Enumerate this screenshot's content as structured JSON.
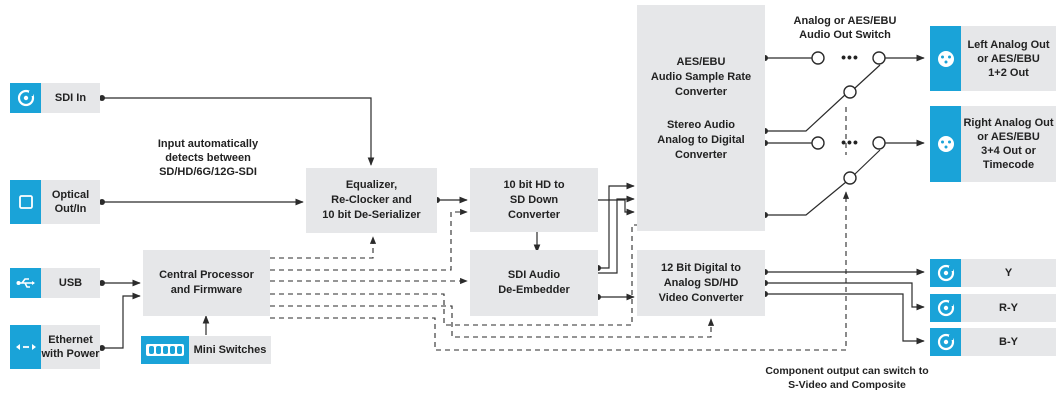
{
  "inputs": {
    "sdi_in": "SDI In",
    "optical": "Optical\nOut/In",
    "usb": "USB",
    "ethernet": "Ethernet\nwith Power"
  },
  "blocks": {
    "equalizer": "Equalizer,\nRe-Clocker and\n10 bit De-Serializer",
    "hd_down": "10 bit HD to\nSD Down\nConverter",
    "cpu": "Central Processor\nand Firmware",
    "audio_deemb": "SDI Audio\nDe-Embedder",
    "aes_src": "AES/EBU\nAudio Sample Rate\nConverter",
    "stereo_adc": "Stereo Audio\nAnalog to Digital\nConverter",
    "dac_12bit": "12 Bit Digital to\nAnalog SD/HD\nVideo Converter",
    "mini_switches": "Mini Switches"
  },
  "outputs": {
    "left_out": "Left Analog Out\nor AES/EBU\n1+2 Out",
    "right_out": "Right Analog Out\nor AES/EBU\n3+4 Out or\nTimecode",
    "y": "Y",
    "ry": "R-Y",
    "by": "B-Y"
  },
  "annotations": {
    "input_detect": "Input automatically\ndetects between\nSD/HD/6G/12G-SDI",
    "audio_switch": "Analog or AES/EBU\nAudio Out Switch",
    "component_note": "Component output can switch to\nS-Video and Composite",
    "dots": "•••"
  },
  "colors": {
    "accent": "#1aa3d8",
    "box": "#e6e7e9",
    "line": "#2b2b2b"
  },
  "icons": {
    "bnc": "bnc-connector-icon",
    "optical": "optical-square-icon",
    "usb": "usb-icon",
    "ethernet": "ethernet-arrows-icon",
    "xlr": "xlr-connector-icon",
    "switches": "dip-switch-icon"
  }
}
